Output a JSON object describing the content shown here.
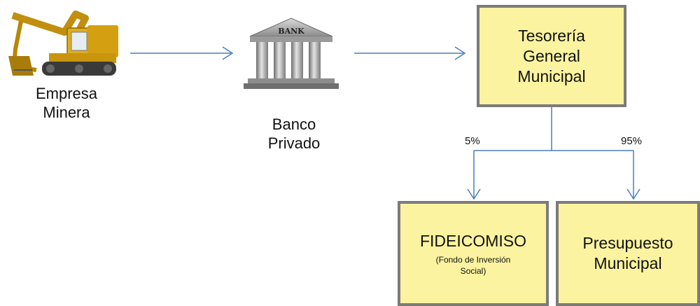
{
  "nodes": {
    "mining_company": {
      "label_line1": "Empresa",
      "label_line2": "Minera",
      "icon": "excavator-icon"
    },
    "private_bank": {
      "sign": "BANK",
      "label_line1": "Banco",
      "label_line2": "Privado",
      "icon": "bank-icon"
    },
    "treasury": {
      "line1": "Tesorería",
      "line2": "General",
      "line3": "Municipal"
    },
    "trust_fund": {
      "title": "FIDEICOMISO",
      "subtitle_line1": "(Fondo de Inversión",
      "subtitle_line2": "Social)"
    },
    "municipal_budget": {
      "line1": "Presupuesto",
      "line2": "Municipal"
    }
  },
  "splits": {
    "left_percent": "5%",
    "right_percent": "95%"
  },
  "colors": {
    "box_fill": "#fbf39f",
    "box_border": "#7b7b7b",
    "arrow": "#4a7ebb",
    "machine": "#d4a017"
  }
}
